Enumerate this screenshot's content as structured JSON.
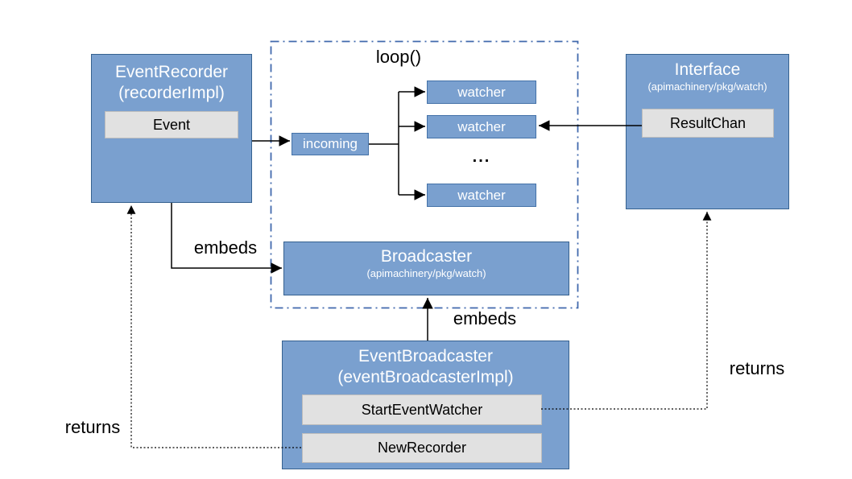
{
  "colors": {
    "box_fill": "#7AA0CF",
    "box_border": "#35618F",
    "method_fill": "#E1E1E1",
    "method_border": "#BDBDBD",
    "loop_border": "#4169AD",
    "arrow": "#000000",
    "title_text": "#FFFFFF",
    "method_text": "#000000",
    "label_text": "#000000",
    "background": "#FFFFFF"
  },
  "nodes": {
    "event_recorder": {
      "title": "EventRecorder",
      "subtitle": "(recorderImpl)",
      "method": "Event"
    },
    "interface": {
      "title": "Interface",
      "subtitle": "(apimachinery/pkg/watch)",
      "method": "ResultChan"
    },
    "broadcaster": {
      "title": "Broadcaster",
      "subtitle": "(apimachinery/pkg/watch)"
    },
    "event_broadcaster": {
      "title": "EventBroadcaster",
      "subtitle": "(eventBroadcasterImpl)",
      "methods": [
        "StartEventWatcher",
        "NewRecorder"
      ]
    }
  },
  "loop": {
    "label": "loop()",
    "incoming_label": "incoming",
    "watcher_labels": [
      "watcher",
      "watcher",
      "watcher"
    ],
    "ellipsis": "..."
  },
  "edge_labels": {
    "embeds_recorder": "embeds",
    "embeds_broadcaster": "embeds",
    "returns_left": "returns",
    "returns_right": "returns"
  }
}
